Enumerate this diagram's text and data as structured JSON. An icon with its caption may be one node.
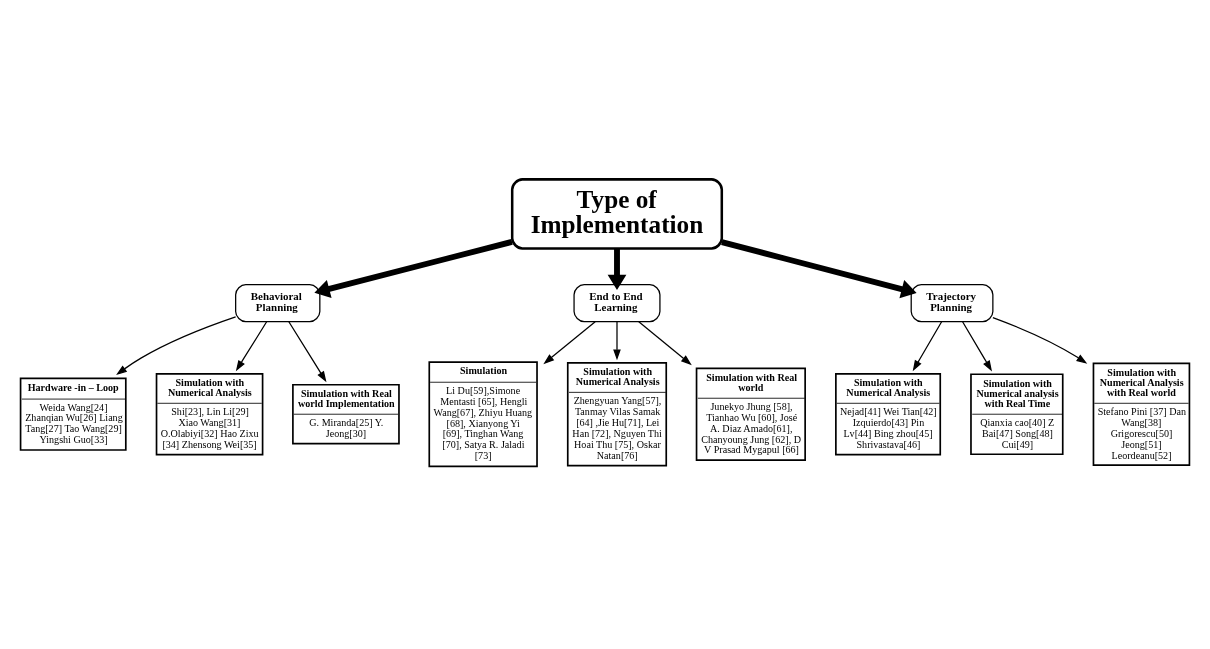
{
  "diagram": {
    "nodes": [
      {
        "text": [
          "Type of Implementation"
        ]
      },
      {
        "text": [
          "Behavioral Planning"
        ]
      },
      {
        "text": [
          "End to End Learning"
        ]
      },
      {
        "text": [
          "Trajectory Planning"
        ]
      },
      {
        "text": [
          "Hardware -in – Loop",
          "Weida Wang[24] Zhanqian Wu[26] Liang Tang[27] Tao Wang[29] Yingshi Guo[33]"
        ]
      },
      {
        "text": [
          "Simulation with Numerical Analysis",
          "Shi[23], Lin Li[29] Xiao Wang[31] O.Olabiyi[32] Hao Zixu [34] Zhensong Wei[35]"
        ]
      },
      {
        "text": [
          "Simulation with Real world Implementation",
          "G. Miranda[25] Y. Jeong[30]"
        ]
      },
      {
        "text": [
          "Simulation",
          "Li Du[59],Simone Mentasti [65], Hengli Wang[67], Zhiyu Huang [68], Xianyong Yi [69], Tinghan Wang [70], Satya R. Jaladi [73]"
        ]
      },
      {
        "text": [
          "Simulation with Numerical Analysis",
          "Zhengyuan Yang[57], Tanmay Vilas Samak [64] ,Jie Hu[71], Lei Han [72], Nguyen Thi Hoai Thu [75], Oskar Natan[76]"
        ]
      },
      {
        "text": [
          "Simulation with Real world",
          "Junekyo Jhung [58], Tianhao Wu [60], José A. Diaz Amado[61], Chanyoung Jung [62], D V Prasad Mygapul [66]"
        ]
      },
      {
        "text": [
          "Simulation with Numerical Analysis",
          "Nejad[41] Wei Tian[42] Izquierdo[43] Pin Lv[44] Bing zhou[45] Shrivastava[46]"
        ]
      },
      {
        "text": [
          "Simulation with Numerical analysis with Real Time",
          "Qianxia cao[40] Z Bai[47] Song[48] Cui[49]"
        ]
      },
      {
        "text": [
          "Simulation with Numerical Analysis with Real world",
          "Stefano Pini [37] Dan Wang[38] Grigorescu[50] Jeong[51] Leordeanu[52]"
        ]
      }
    ],
    "edges": [
      {
        "from": 0,
        "to": 1,
        "arrow": "to",
        "style": "thick"
      },
      {
        "from": 0,
        "to": 2,
        "arrow": "to",
        "style": "thick"
      },
      {
        "from": 0,
        "to": 3,
        "arrow": "to",
        "style": "thick"
      },
      {
        "from": 1,
        "to": 4,
        "arrow": "to"
      },
      {
        "from": 1,
        "to": 5,
        "arrow": "to"
      },
      {
        "from": 1,
        "to": 6,
        "arrow": "to"
      },
      {
        "from": 2,
        "to": 7,
        "arrow": "to"
      },
      {
        "from": 2,
        "to": 8,
        "arrow": "to"
      },
      {
        "from": 2,
        "to": 9,
        "arrow": "to"
      },
      {
        "from": 3,
        "to": 10,
        "arrow": "to"
      },
      {
        "from": 3,
        "to": 11,
        "arrow": "to"
      },
      {
        "from": 3,
        "to": 12,
        "arrow": "to"
      }
    ]
  }
}
